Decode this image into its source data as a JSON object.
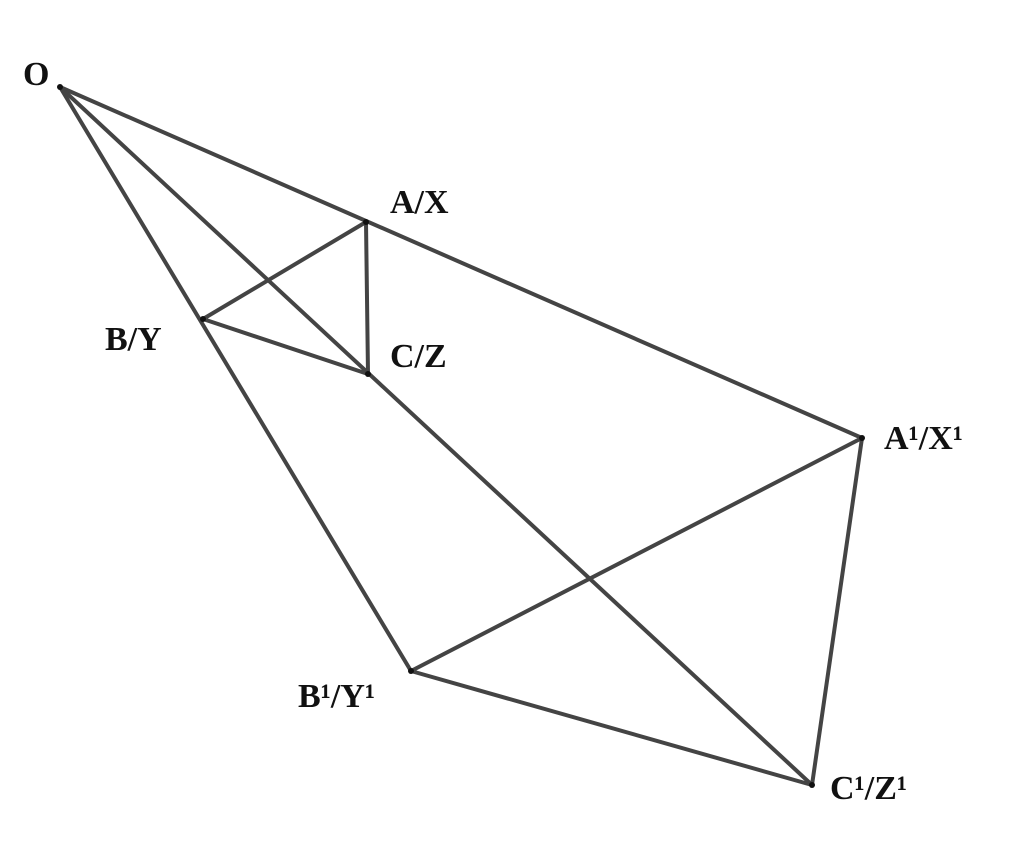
{
  "diagram": {
    "line_color": "#444444",
    "points": {
      "O": {
        "label": "O"
      },
      "A": {
        "label": "A/X"
      },
      "B": {
        "label": "B/Y"
      },
      "C": {
        "label": "C/Z"
      },
      "A1": {
        "label": "A¹/X¹"
      },
      "B1": {
        "label": "B¹/Y¹"
      },
      "C1": {
        "label": "C¹/Z¹"
      }
    },
    "segments": [
      [
        "O",
        "A1"
      ],
      [
        "O",
        "B1"
      ],
      [
        "O",
        "C1"
      ],
      [
        "A",
        "B"
      ],
      [
        "B",
        "C"
      ],
      [
        "A",
        "C"
      ],
      [
        "A1",
        "B1"
      ],
      [
        "B1",
        "C1"
      ],
      [
        "A1",
        "C1"
      ]
    ]
  }
}
